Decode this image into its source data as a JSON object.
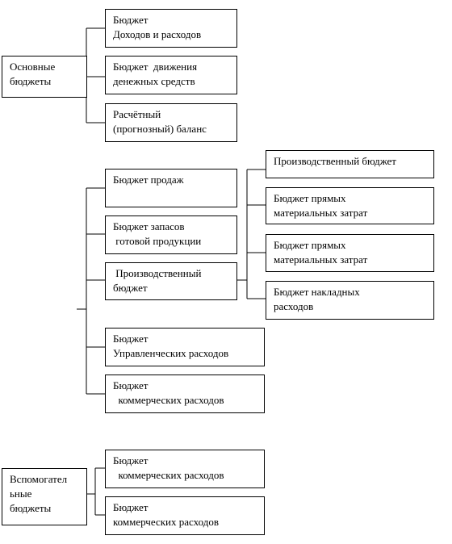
{
  "groups": {
    "main": {
      "label": "Основные\nбюджеты",
      "items": [
        "Бюджет\nДоходов и расходов",
        "Бюджет  движения\nденежных средств",
        "Расчётный\n(прогнозный) баланс"
      ]
    },
    "operational": {
      "items": [
        "Бюджет продаж",
        "Бюджет запасов\n готовой продукции",
        " Производственный\nбюджет",
        "Бюджет\nУправленческих расходов",
        "Бюджет\n  коммерческих расходов"
      ],
      "production_subitems": [
        "Производственный бюджет",
        "Бюджет прямых\nматериальных затрат",
        "Бюджет прямых\nматериальных затрат",
        "Бюджет накладных\nрасходов"
      ]
    },
    "auxiliary": {
      "label": "Вспомогател\nьные\nбюджеты",
      "items": [
        "Бюджет\n  коммерческих расходов",
        "Бюджет\nкоммерческих расходов"
      ]
    }
  }
}
